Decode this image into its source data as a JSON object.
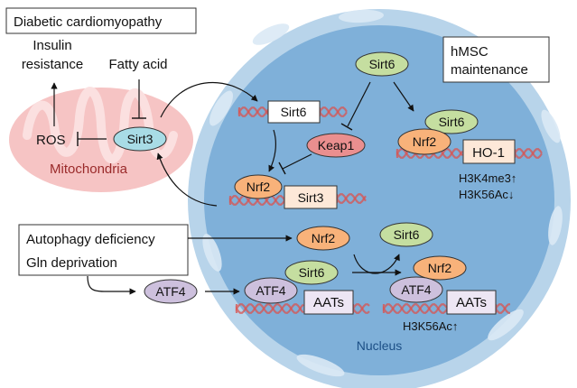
{
  "title_box": "Diabetic cardiomyopathy",
  "labels": {
    "insulin_1": "Insulin",
    "insulin_2": "resistance",
    "fatty_acid": "Fatty acid",
    "ros": "ROS",
    "mitochondria": "Mitochondria",
    "nucleus": "Nucleus",
    "h3k4me3": "H3K4me3↑",
    "h3k56ac_down": "H3K56Ac↓",
    "h3k56ac_up": "H3K56Ac↑"
  },
  "hmsc_box": {
    "line1": "hMSC",
    "line2": "maintenance"
  },
  "stress_box": {
    "line1": "Autophagy deficiency",
    "line2": "Gln deprivation"
  },
  "proteins": {
    "sirt3": "Sirt3",
    "sirt6": "Sirt6",
    "keap1": "Keap1",
    "nrf2": "Nrf2",
    "atf4": "ATF4"
  },
  "genes": {
    "sirt6": "Sirt6",
    "sirt3": "Sirt3",
    "ho1": "HO-1",
    "aats": "AATs"
  },
  "colors": {
    "sirt3": "#a8dce6",
    "sirt6": "#c5dea0",
    "keap1": "#ea8f8f",
    "nrf2": "#f8b27a",
    "atf4": "#cdc0dd",
    "nucleus": "#7fb0d9",
    "nuclear_envelope": "#b8d4ea",
    "mitochondria": "#f6c4c4",
    "dna": "#d9534f"
  }
}
